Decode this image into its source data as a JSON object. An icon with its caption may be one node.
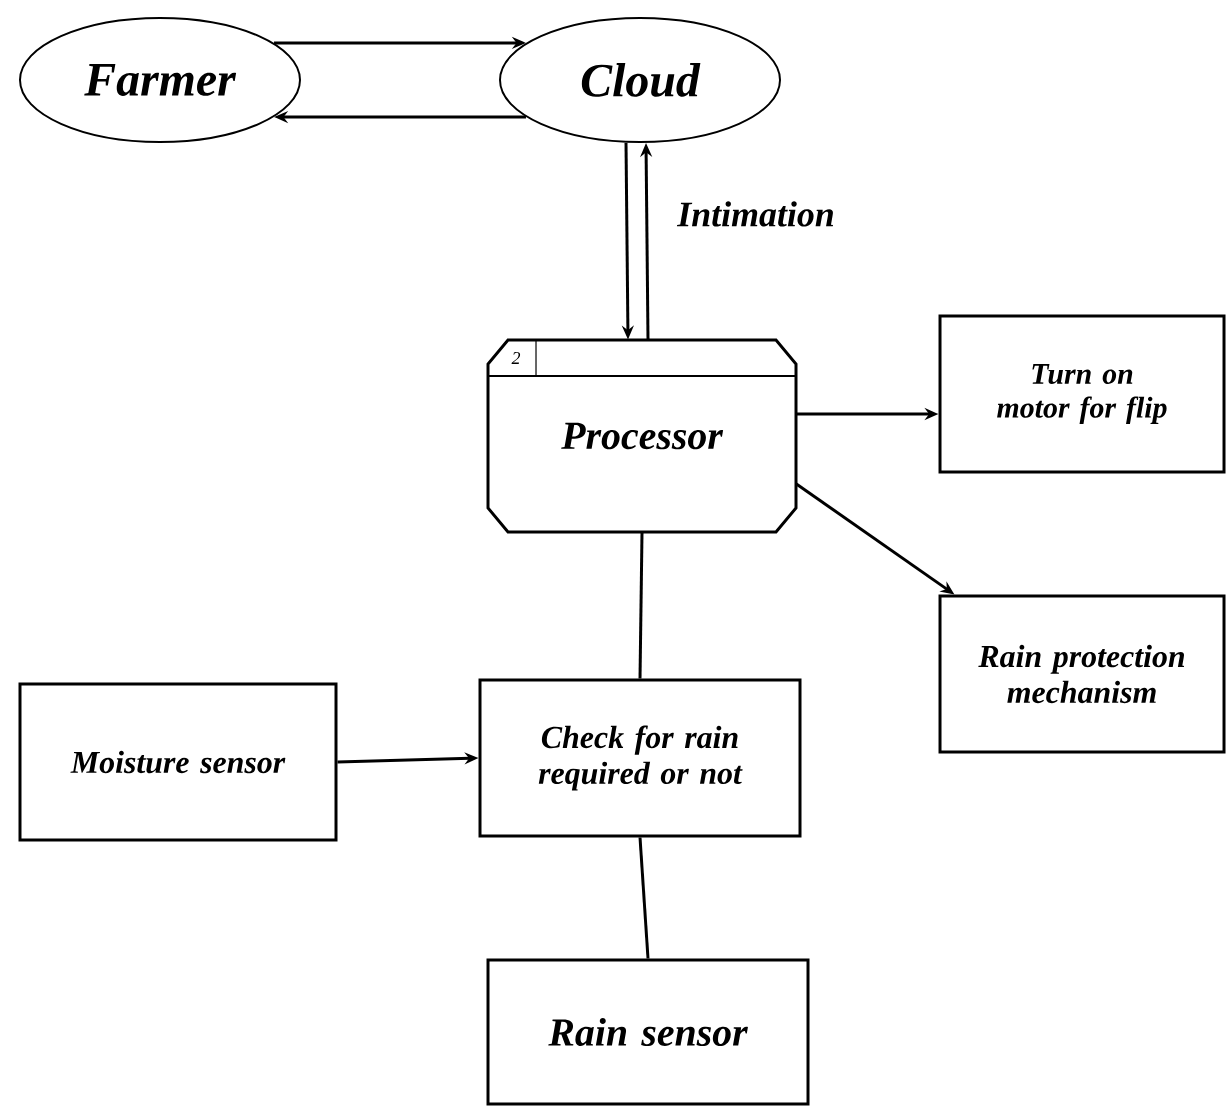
{
  "diagram": {
    "nodes": [
      {
        "text": [
          "Farmer"
        ]
      },
      {
        "text": [
          "Cloud"
        ]
      },
      {
        "text": [
          "Processor"
        ]
      },
      {
        "text": [
          "Turn on motor for flip"
        ]
      },
      {
        "text": [
          "Rain protection mechanism"
        ]
      },
      {
        "text": [
          "Moisture sensor"
        ]
      },
      {
        "text": [
          "Check for rain required or not"
        ]
      },
      {
        "text": [
          "Rain sensor"
        ]
      }
    ],
    "edges": [
      {
        "from": 0,
        "to": 1,
        "arrow": "to"
      },
      {
        "from": 1,
        "to": 0,
        "arrow": "to"
      },
      {
        "from": 1,
        "to": 2,
        "arrow": "to"
      },
      {
        "from": 2,
        "to": 1,
        "arrow": "to",
        "label": "Intimation"
      },
      {
        "from": 2,
        "to": 3,
        "arrow": "to"
      },
      {
        "from": 2,
        "to": 4,
        "arrow": "to"
      },
      {
        "from": 6,
        "to": 2,
        "arrow": "none"
      },
      {
        "from": 5,
        "to": 6,
        "arrow": "to"
      },
      {
        "from": 7,
        "to": 6,
        "arrow": "none"
      }
    ],
    "labels": [
      "2"
    ]
  }
}
